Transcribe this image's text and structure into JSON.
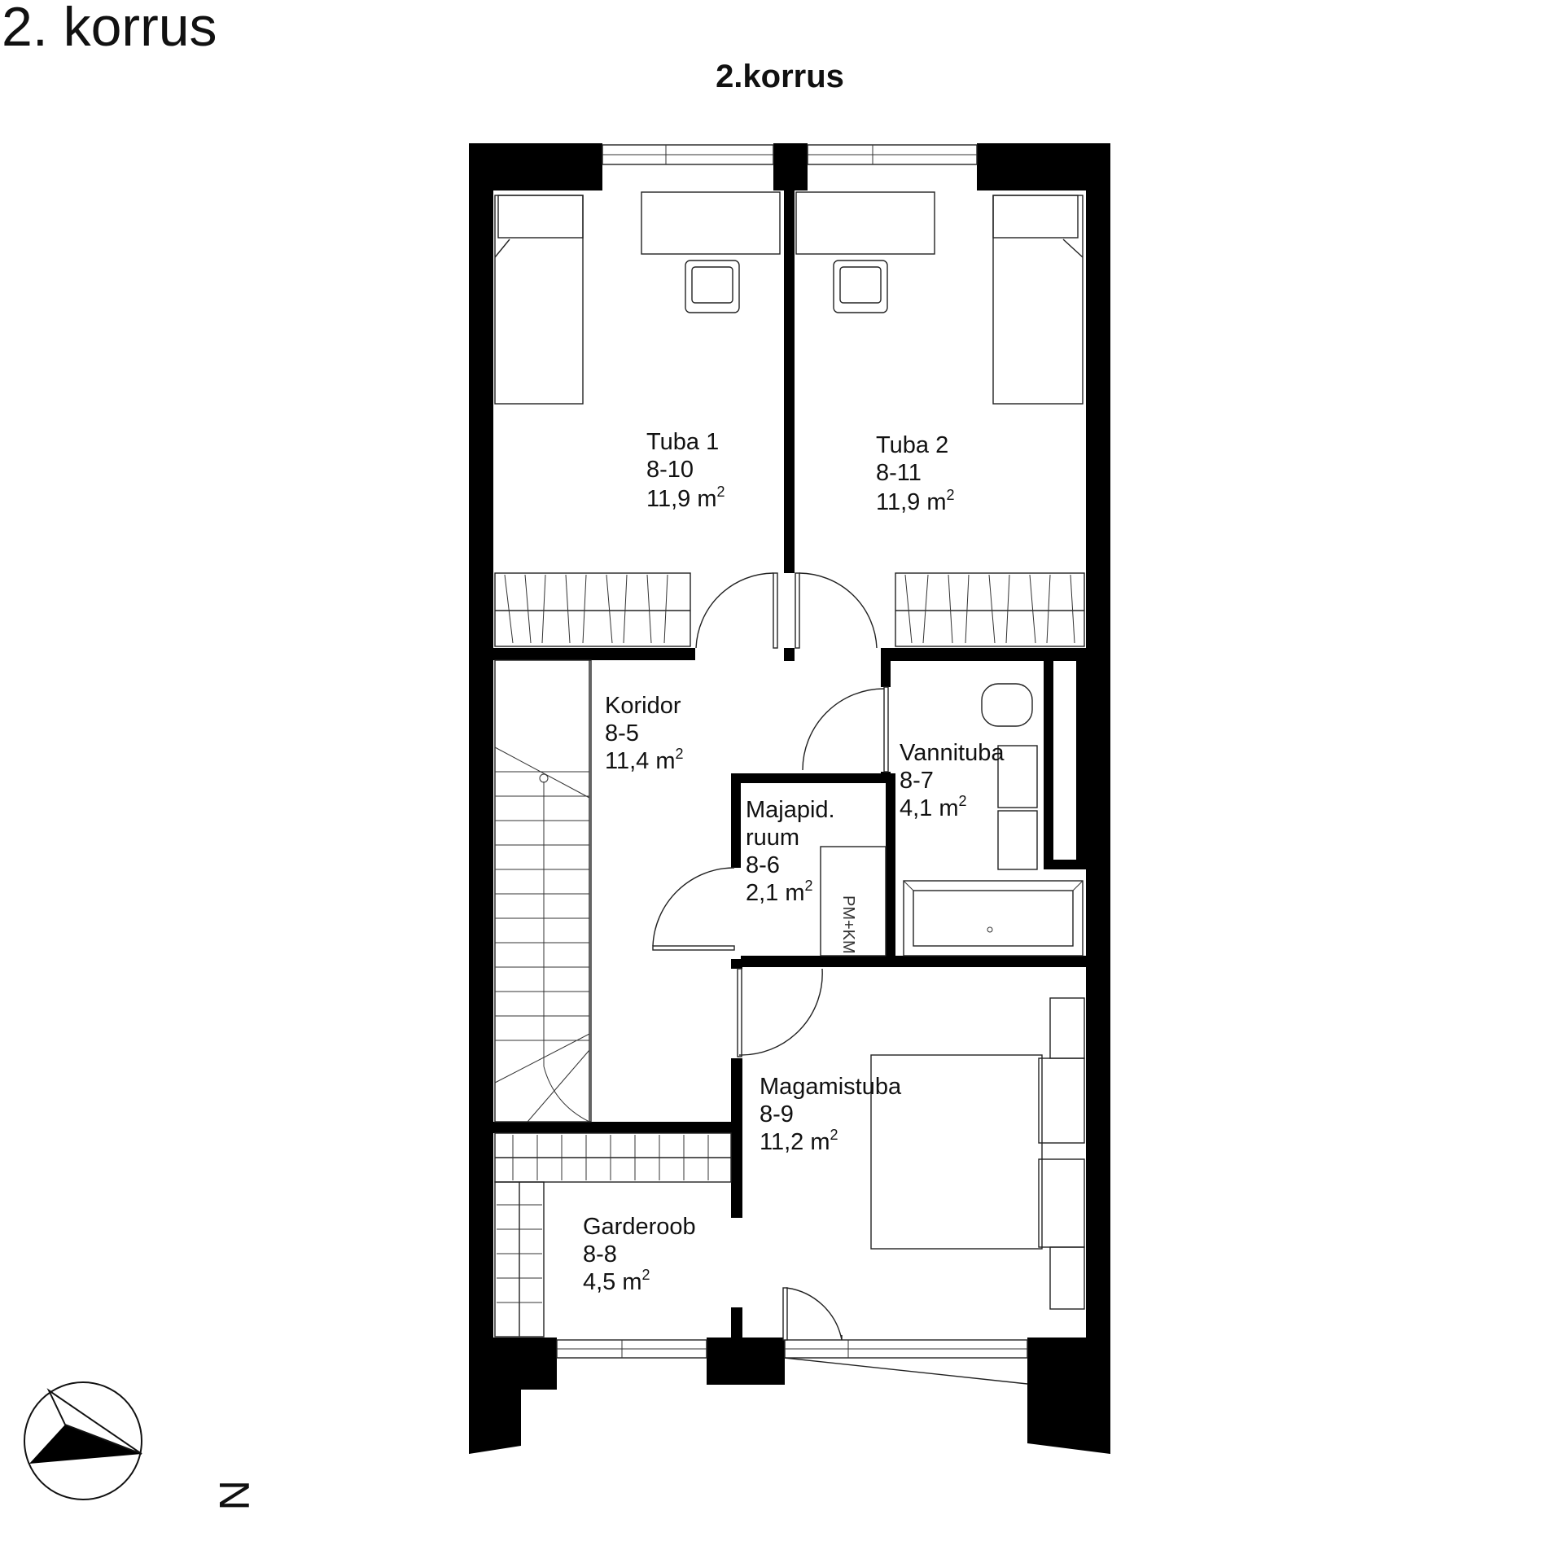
{
  "page_title": "2. korrus",
  "plan_title": "2.korrus",
  "rooms": [
    {
      "id": "tuba1",
      "name": "Tuba 1",
      "code": "8-10",
      "area": "11,9  m",
      "area_unit_sup": "2"
    },
    {
      "id": "tuba2",
      "name": "Tuba 2",
      "code": "8-11",
      "area": "11,9  m",
      "area_unit_sup": "2"
    },
    {
      "id": "koridor",
      "name": "Koridor",
      "code": "8-5",
      "area": "11,4  m",
      "area_unit_sup": "2"
    },
    {
      "id": "vannituba",
      "name": "Vannituba",
      "code": "8-7",
      "area": "4,1  m",
      "area_unit_sup": "2"
    },
    {
      "id": "majapid",
      "name": "Majapid.",
      "name2": "ruum",
      "code": "8-6",
      "area": "2,1  m",
      "area_unit_sup": "2"
    },
    {
      "id": "magamistuba",
      "name": "Magamistuba",
      "code": "8-9",
      "area": "11,2  m",
      "area_unit_sup": "2"
    },
    {
      "id": "garderoob",
      "name": "Garderoob",
      "code": "8-8",
      "area": "4,5  m",
      "area_unit_sup": "2"
    }
  ],
  "appliance_label": "PM+KM",
  "north_label": "N",
  "colors": {
    "wall": "#000000",
    "line": "#222222",
    "background": "#ffffff"
  }
}
